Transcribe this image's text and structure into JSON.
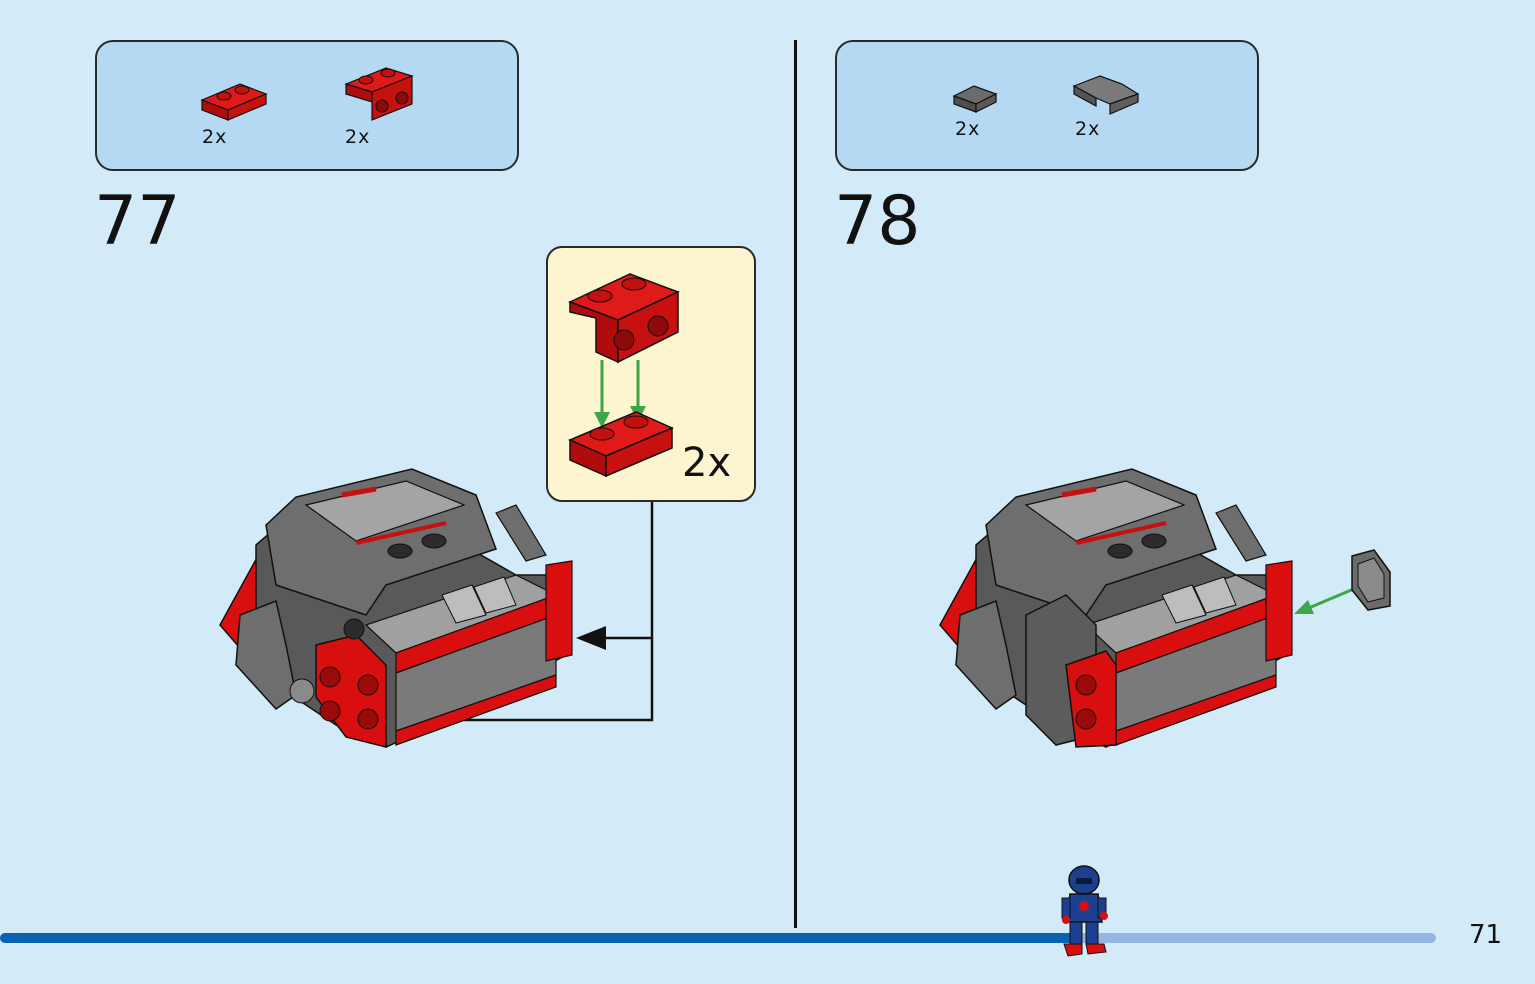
{
  "colors": {
    "background": "#d3eaf9",
    "parts_box": "#b6d9f3",
    "callout": "#fdf5cf",
    "brick_red": "#d90f0f",
    "brick_grey": "#6b6b6b",
    "arrow_green": "#3ea64a",
    "progress": "#0a62b3",
    "progress_track": "#95b5e2"
  },
  "steps": [
    {
      "number": "77",
      "parts": [
        {
          "qty": "2x",
          "icon": "red-plate-1x2-icon"
        },
        {
          "qty": "2x",
          "icon": "red-bracket-1x2-icon"
        }
      ],
      "callout": {
        "qty": "2x"
      }
    },
    {
      "number": "78",
      "parts": [
        {
          "qty": "2x",
          "icon": "grey-tile-1x1-icon"
        },
        {
          "qty": "2x",
          "icon": "grey-slope-icon"
        }
      ]
    }
  ],
  "footer": {
    "page_number": "71",
    "progress": 0.71
  }
}
